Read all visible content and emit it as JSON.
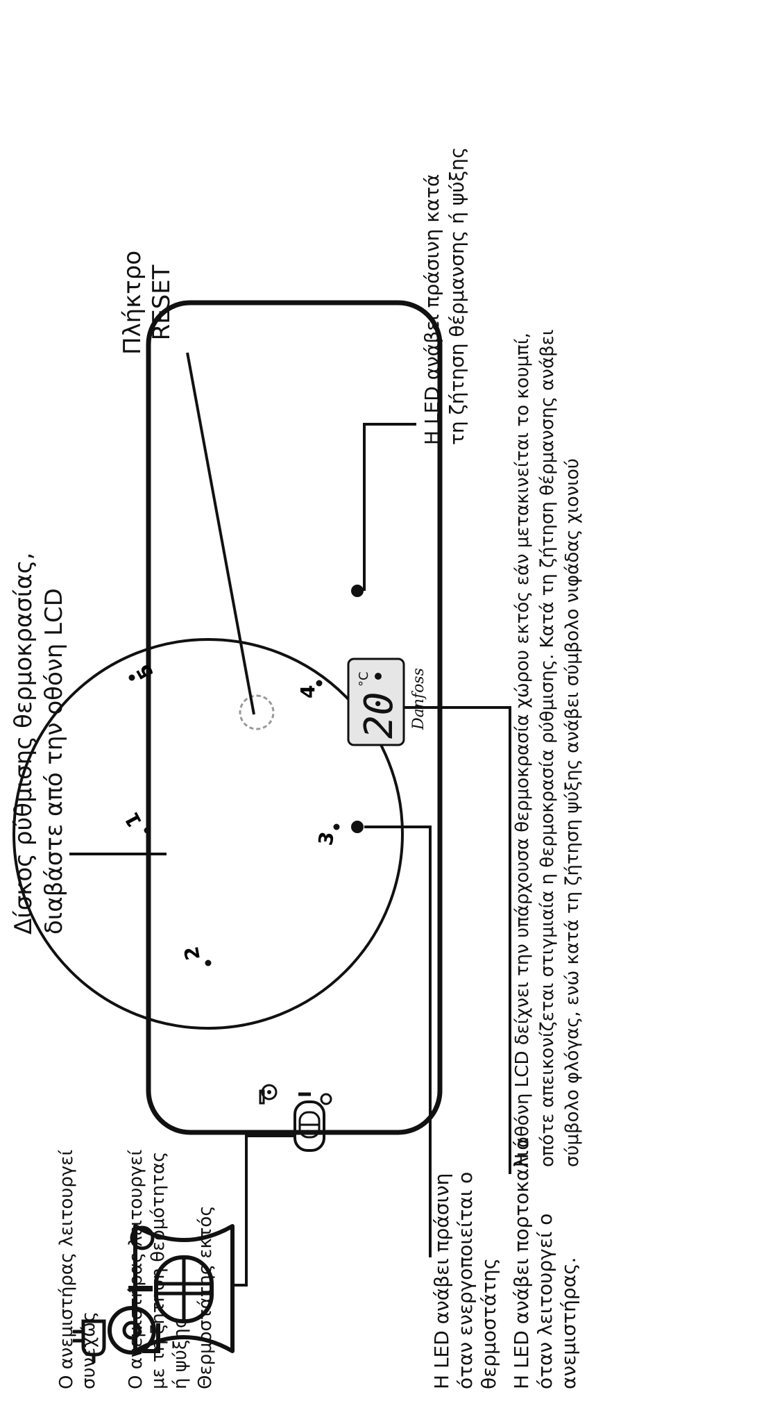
{
  "fan_switch": {
    "continuous": "Ο ανεμιστήρας λειτουργεί\nσυνεχώς",
    "on_demand": "Ο ανεμιστήρας λειτουργεί\nμε τη ζήτηση θερμότητας\nή ψύξης",
    "off": "Θερμοστάτης εκτός",
    "off_symbol": "O",
    "auto_symbol": "I"
  },
  "dial": {
    "label": "Δίσκος ρύθμισης θερμοκρασίας,\nδιαβάστε από την οθόνη LCD",
    "marks": [
      "1",
      "2",
      "3",
      "4",
      "5"
    ]
  },
  "reset": {
    "label": "Πλήκτρο\nRESET"
  },
  "led_heating": {
    "label": "Η LED ανάβει πράσινη κατά\nτη ζήτηση θέρμανσης ή ψύξης"
  },
  "led_status": {
    "green": "Η LED ανάβει πράσινη\nόταν ενεργοποιείται ο\nθερμοστάτης",
    "orange": "Η LED ανάβει πορτοκαλιά\nόταν λειτουργεί ο\nανεμιστήρας."
  },
  "lcd": {
    "reading": "20",
    "unit": "°C",
    "brand": "Danfoss",
    "description": "Η οθόνη LCD δείχνει την υπάρχουσα θερμοκρασία χώρου εκτός εάν μετακινείται το κουμπί,\nοπότε απεικονίζεται στιγμιαία η θερμοκρασία ρύθμισης. Κατά τη ζήτηση θέρμανσης ανάβει\nσύμβολο φλόγας, ενώ κατά τη ζήτηση ψύξης ανάβει σύμβολο νιφάδας χιονιού"
  }
}
